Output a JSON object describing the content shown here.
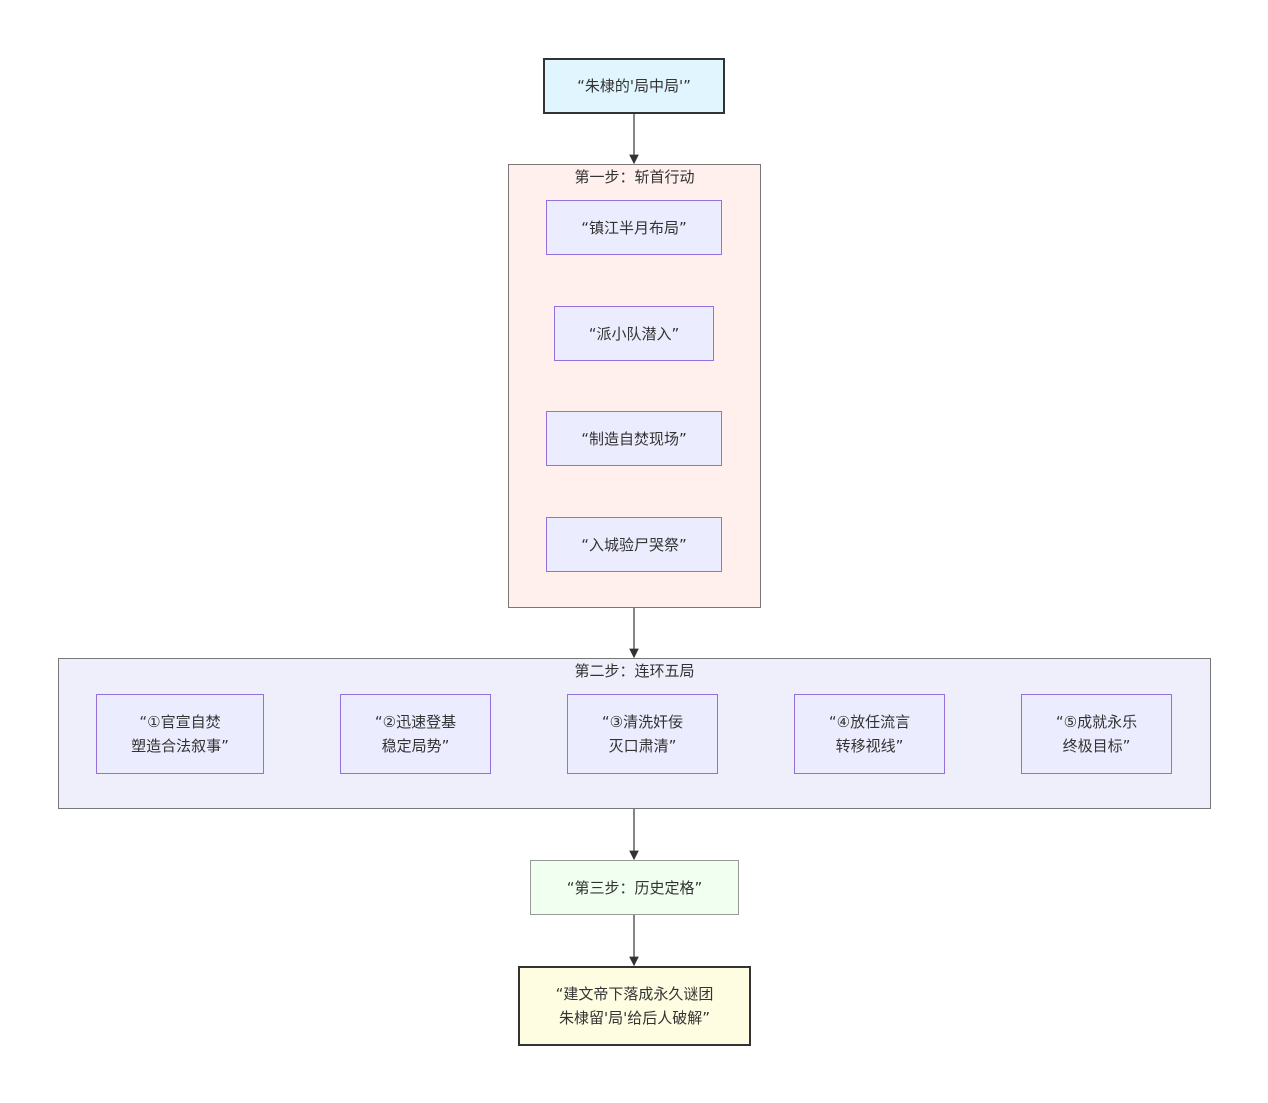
{
  "root": {
    "label": "“朱棣的'局中局'”"
  },
  "step1": {
    "title": "第一步：斩首行动",
    "nodes": [
      "“镇江半月布局”",
      "“派小队潜入”",
      "“制造自焚现场”",
      "“入城验尸哭祭”"
    ]
  },
  "step2": {
    "title": "第二步：连环五局",
    "nodes": [
      "“①官宣自焚\n塑造合法叙事”",
      "“②迅速登基\n稳定局势”",
      "“③清洗奸佞\n灭口肃清”",
      "“④放任流言\n转移视线”",
      "“⑤成就永乐\n终极目标”"
    ]
  },
  "step3": {
    "label": "“第三步：历史定格”"
  },
  "final": {
    "label": "“建文帝下落成永久谜团\n朱棣留'局'给后人破解”"
  },
  "colors": {
    "root": "#e1f5fe",
    "step1_bg": "#fff0ee",
    "step2_bg": "#efeffc",
    "step3": "#f0fff0",
    "final": "#fffde1",
    "node": "#ececff",
    "node_border": "#9370db"
  }
}
